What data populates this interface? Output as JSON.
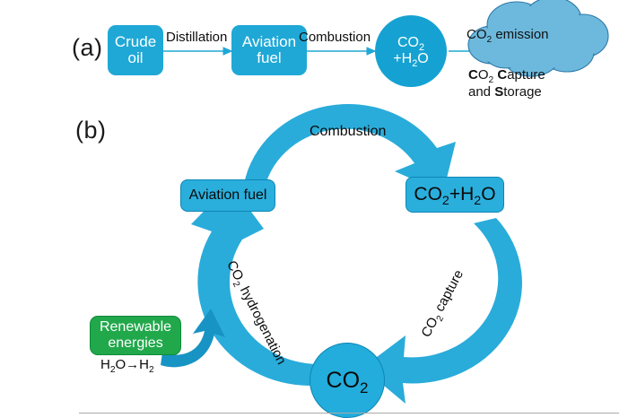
{
  "figure": {
    "panel_a": {
      "label": "(a)",
      "nodes": [
        {
          "id": "crude-oil",
          "line1": "Crude",
          "line2": "oil",
          "shape": "rounded-box",
          "color": "#1FA8D6"
        },
        {
          "id": "aviation-fuel",
          "line1": "Aviation",
          "line2": "fuel",
          "shape": "rounded-box",
          "color": "#1FA8D6"
        },
        {
          "id": "co2-h2o",
          "line1": "CO2",
          "line2": "+H2O",
          "shape": "circle",
          "color": "#15A2D2"
        }
      ],
      "arrow_labels": [
        "Distillation",
        "Combustion"
      ],
      "cloud": {
        "label": "CO2 emission",
        "color": "#6DB9DD",
        "outline": "#2E79A8"
      },
      "caption_lines": [
        "CO2 Capture",
        "and Storage"
      ]
    },
    "panel_b": {
      "label": "(b)",
      "nodes": [
        {
          "id": "aviation-fuel",
          "text": "Aviation fuel",
          "shape": "rounded-box",
          "color": "#2AAFDD"
        },
        {
          "id": "co2-h2o",
          "text": "CO2+H2O",
          "shape": "rounded-box",
          "color": "#2AAFDD"
        },
        {
          "id": "co2",
          "text": "CO2",
          "shape": "circle",
          "color": "#22ADDC"
        },
        {
          "id": "renewable-energies",
          "line1": "Renewable",
          "line2": "energies",
          "shape": "rounded-box",
          "color": "#21A84B"
        }
      ],
      "cycle_arrows": [
        {
          "id": "combustion",
          "label": "Combustion",
          "position": "top",
          "from": "aviation-fuel",
          "to": "co2-h2o"
        },
        {
          "id": "co2-capture",
          "label": "CO2 capture",
          "position": "right",
          "from": "co2-h2o",
          "to": "co2"
        },
        {
          "id": "co2-hydrogenation",
          "label": "CO2 hydrogenation",
          "position": "left",
          "from": "co2",
          "to": "aviation-fuel"
        }
      ],
      "side_reaction": "H2O→H2"
    },
    "colors": {
      "blue": "#1FA8D6",
      "blue_dark": "#0E86B4",
      "cloud_blue": "#6DB9DD",
      "green": "#21A84B",
      "divider": "#aaaaaa"
    }
  }
}
